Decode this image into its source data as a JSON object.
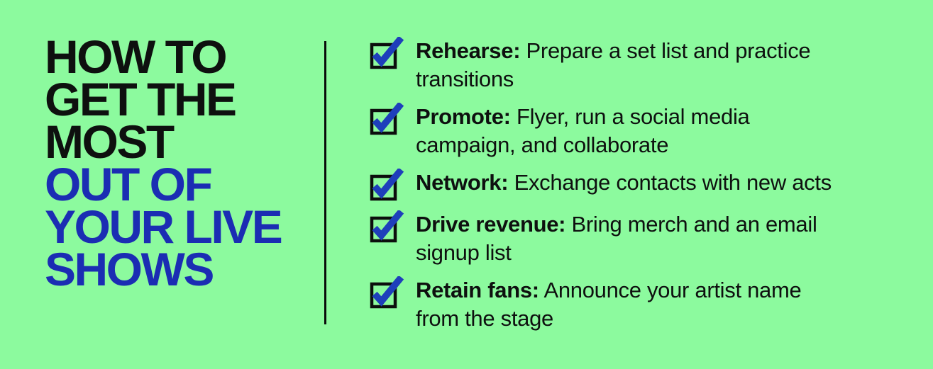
{
  "theme": {
    "background": "#8cfa9e",
    "text_black": "#0e100f",
    "heading_blue": "#1b2db3",
    "check_blue": "#1e3fbb",
    "divider_black": "#0a0a0a"
  },
  "heading": {
    "black_lines": [
      "HOW TO",
      "GET THE",
      "MOST"
    ],
    "blue_lines": [
      "OUT OF",
      "YOUR LIVE",
      "SHOWS"
    ]
  },
  "checklist": {
    "items": [
      {
        "label": "Rehearse:",
        "text": "Prepare a set list and practice\ntransitions"
      },
      {
        "label": "Promote:",
        "text": "Flyer, run a social media\ncampaign, and collaborate"
      },
      {
        "label": "Network:",
        "text": "Exchange contacts with new acts"
      },
      {
        "label": "Drive revenue:",
        "text": "Bring merch and an email\nsignup list"
      },
      {
        "label": "Retain fans:",
        "text": "Announce your artist name\nfrom the stage"
      }
    ]
  }
}
